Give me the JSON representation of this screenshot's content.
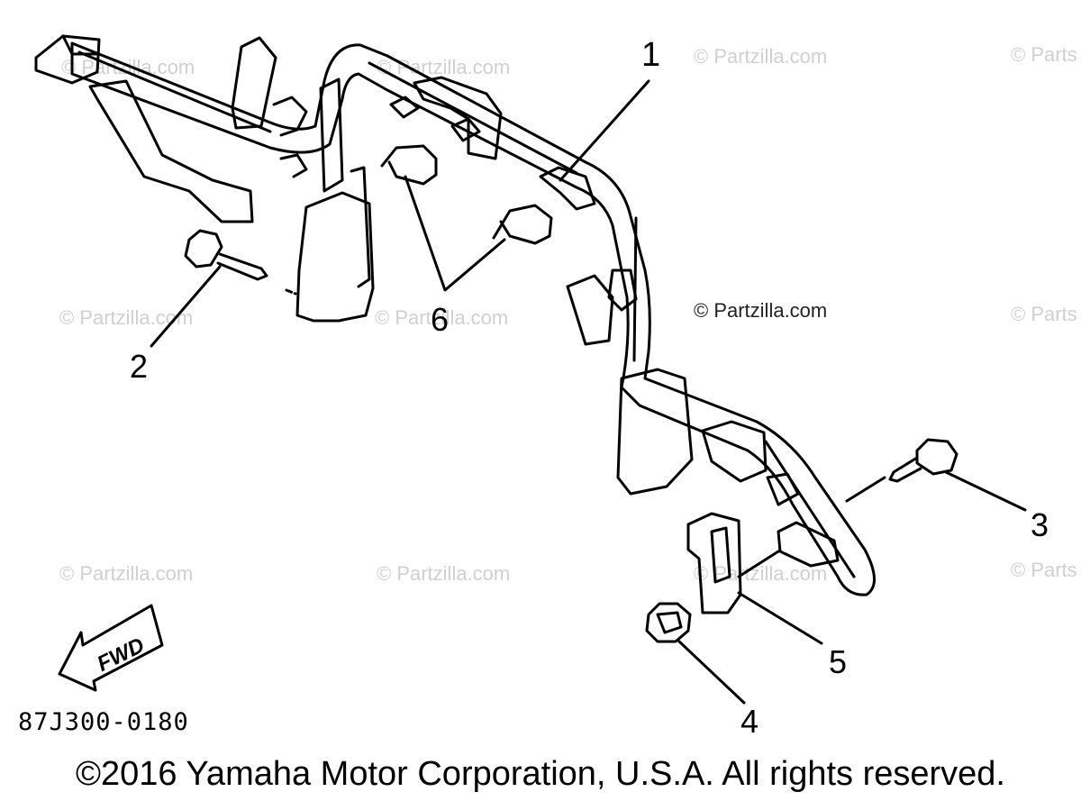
{
  "watermarks": [
    "© Partzilla.com",
    "© Partzilla.com",
    "© Partzilla.com",
    "© Parts",
    "© Partzilla.com",
    "© Partzilla.com",
    "© Partzilla.com",
    "© Parts",
    "© Partzilla.com",
    "© Partzilla.com",
    "© Partzilla.com",
    "© Parts"
  ],
  "center_watermark": "© Partzilla.com",
  "callouts": [
    "1",
    "2",
    "3",
    "4",
    "5",
    "6"
  ],
  "fwd_label": "FWD",
  "diagram_code": "87J300-0180",
  "copyright": "©2016 Yamaha Motor Corporation, U.S.A. All rights reserved."
}
